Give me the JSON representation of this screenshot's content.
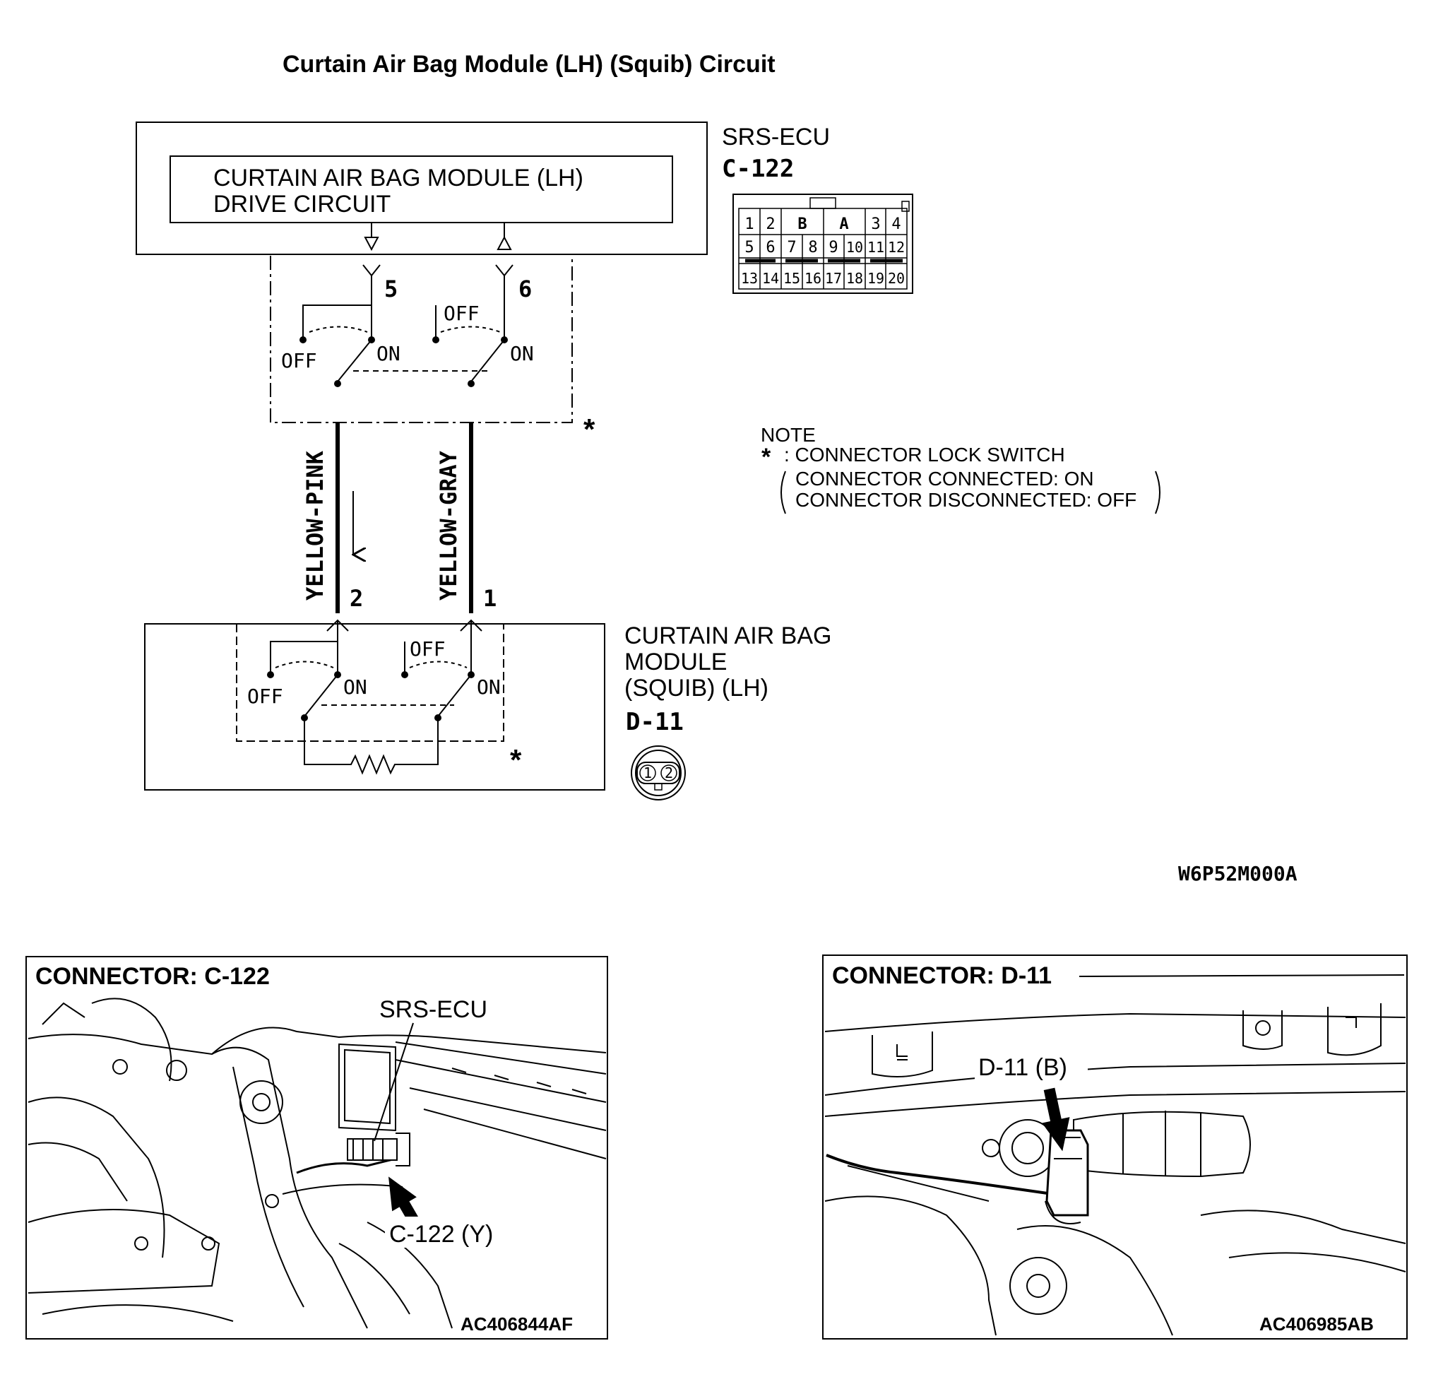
{
  "title": "Curtain Air Bag Module (LH) (Squib) Circuit",
  "colors": {
    "ink": "#000000",
    "paper": "#ffffff"
  },
  "ecu": {
    "name": "SRS-ECU",
    "connector": "C-122",
    "drive_circuit_line1": "CURTAIN AIR BAG MODULE (LH)",
    "drive_circuit_line2": "DRIVE CIRCUIT",
    "pin_left": "5",
    "pin_right": "6",
    "connector_face": {
      "row1": [
        "1",
        "2",
        "B",
        "A",
        "3",
        "4"
      ],
      "row2": [
        "5",
        "6",
        "7",
        "8",
        "9",
        "10",
        "11",
        "12"
      ],
      "row3": [
        "13",
        "14",
        "15",
        "16",
        "17",
        "18",
        "19",
        "20"
      ]
    }
  },
  "switch_labels": {
    "off": "OFF",
    "on": "ON"
  },
  "asterisk": "*",
  "wires": [
    {
      "color_name": "YELLOW-PINK",
      "pin": "2"
    },
    {
      "color_name": "YELLOW-GRAY",
      "pin": "1"
    }
  ],
  "note": {
    "heading": "NOTE",
    "line1": ": CONNECTOR LOCK SWITCH",
    "line2": "CONNECTOR CONNECTED: ON",
    "line3": "CONNECTOR DISCONNECTED: OFF"
  },
  "module": {
    "line1": "CURTAIN AIR BAG",
    "line2": "MODULE",
    "line3": "(SQUIB) (LH)",
    "connector": "D-11",
    "face_pins": [
      "1",
      "2"
    ]
  },
  "diagram_code": "W6P52M000A",
  "panel_left": {
    "title": "CONNECTOR: C-122",
    "label_unit": "SRS-ECU",
    "label_connector": "C-122 (Y)",
    "code": "AC406844AF"
  },
  "panel_right": {
    "title": "CONNECTOR: D-11",
    "label_connector": "D-11 (B)",
    "code": "AC406985AB"
  }
}
